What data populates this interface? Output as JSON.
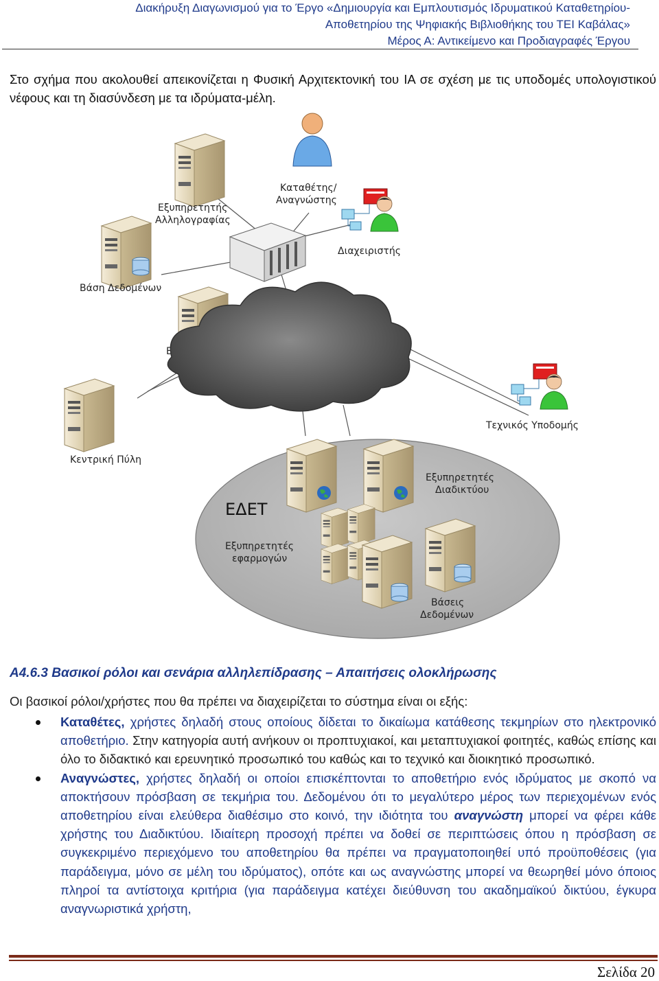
{
  "header": {
    "line1": "Διακήρυξη Διαγωνισμού για το Έργο «Δημιουργία και Εμπλουτισμός Ιδρυματικού Καταθετηρίου-",
    "line2": "Αποθετηρίου της Ψηφιακής Βιβλιοθήκης του ΤΕΙ Καβάλας»",
    "line3": "Μέρος Α: Αντικείμενο και Προδιαγραφές Έργου"
  },
  "intro_paragraph": "Στο σχήμα που ακολουθεί απεικονίζεται η Φυσική Αρχιτεκτονική του ΙΑ σε σχέση με τις υποδομές υπολογιστικού νέφους και τη διασύνδεση με τα ιδρύματα-μέλη.",
  "figure": {
    "mail_server": "Εξυπηρετητής\nΑλληλογραφίας",
    "database": "Βάση Δεδομένων",
    "ldap_server": "Εξυπηρετητής\nLDAP",
    "central_gateway": "Κεντρική Πύλη",
    "depositor_reader": "Καταθέτης/\nΑναγνώστης",
    "administrator": "Διαχειριστής",
    "tech_support": "Τεχνικός Υποδομής",
    "edet": "ΕΔΕΤ",
    "web_servers": "Εξυπηρετητές\nΔιαδικτύου",
    "app_servers": "Εξυπηρετητές\nεφαρμογών",
    "databases": "Βάσεις\nΔεδομένων"
  },
  "section": {
    "heading": "A4.6.3 Βασικοί ρόλοι και σενάρια αλληλεπίδρασης – Απαιτήσεις ολοκλήρωσης",
    "intro": "Οι βασικοί ρόλοι/χρήστες που θα πρέπει να διαχειρίζεται το σύστημα είναι οι εξής:",
    "bullet1_term": "Καταθέτες,",
    "bullet1_text_a": " χρήστες δηλαδή στους οποίους δίδεται το δικαίωμα κατάθεσης τεκμηρίων στο ηλεκτρονικό αποθετήριο.",
    "bullet1_text_b": " Στην κατηγορία αυτή ανήκουν οι προπτυχιακοί, και μεταπτυχιακοί φοιτητές, καθώς επίσης και όλο το διδακτικό και ερευνητικό προσωπικό του καθώς και το τεχνικό και διοικητικό προσωπικό.",
    "bullet2_term": "Αναγνώστες,",
    "bullet2_text_a": " χρήστες δηλαδή οι οποίοι επισκέπτονται το αποθετήριο ενός ιδρύματος με σκοπό να αποκτήσουν πρόσβαση σε τεκμήρια του.",
    "bullet2_text_b": " Δεδομένου ότι το μεγαλύτερο μέρος των περιεχομένων ενός αποθετηρίου είναι ελεύθερα διαθέσιμο στο κοινό, την ιδιότητα του ",
    "bullet2_emph": "αναγνώστη",
    "bullet2_text_c": " μπορεί να φέρει κάθε χρήστης του Διαδικτύου.",
    "bullet2_text_d": " Ιδιαίτερη προσοχή πρέπει να δοθεί σε περιπτώσεις όπου η πρόσβαση σε συγκεκριμένο περιεχόμενο του αποθετηρίου θα πρέπει να πραγματοποιηθεί υπό προϋποθέσεις (για παράδειγμα, μόνο σε μέλη του ιδρύματος), οπότε και ως αναγνώστης μπορεί να θεωρηθεί μόνο όποιος πληροί τα αντίστοιχα κριτήρια (για παράδειγμα κατέχει διεύθυνση του ακαδημαϊκού δικτύου, έγκυρα αναγνωριστικά χρήστη,"
  },
  "footer": {
    "page": "Σελίδα 20"
  }
}
